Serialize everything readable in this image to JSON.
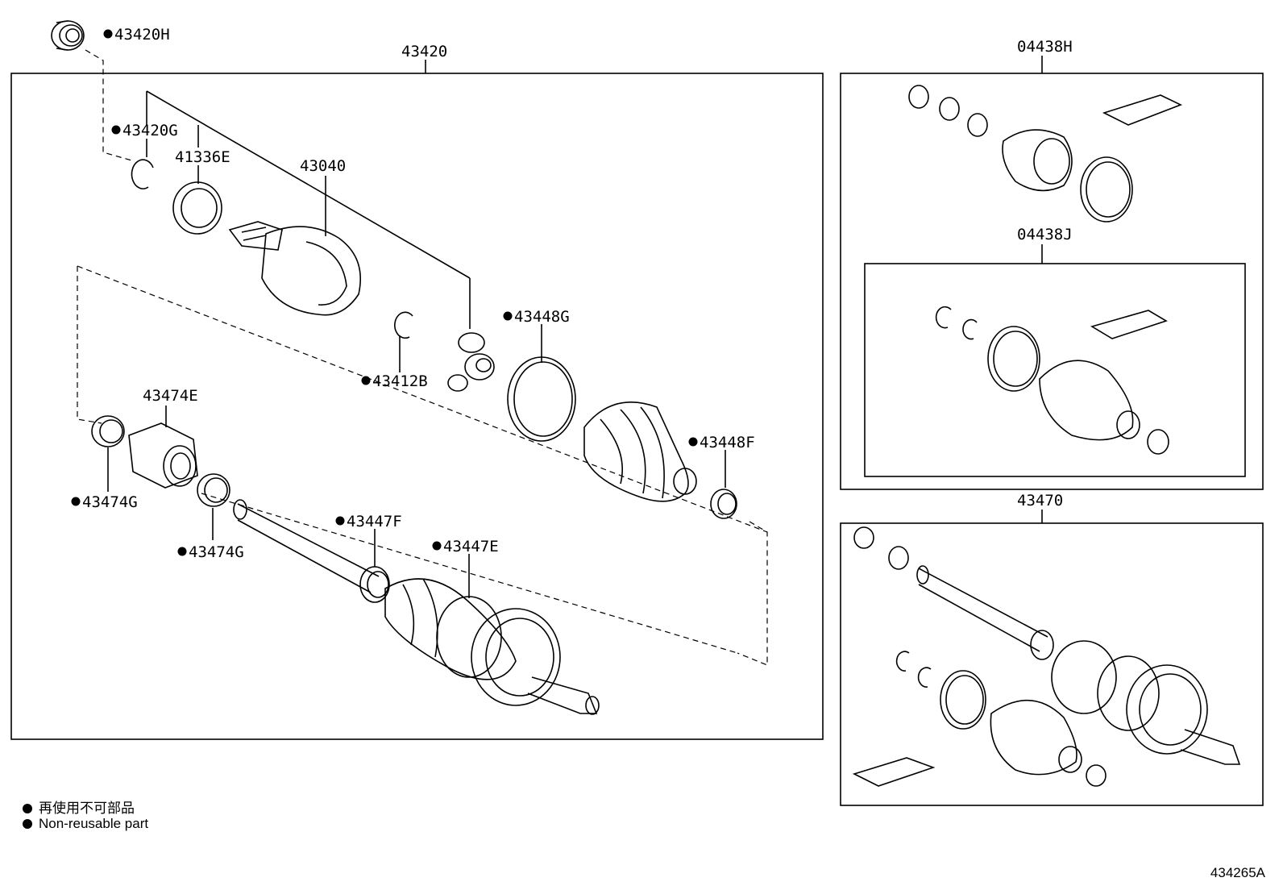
{
  "labels": {
    "assembly_main": "43420",
    "part_43420H": "43420H",
    "part_43420G": "43420G",
    "part_41336E": "41336E",
    "part_43040": "43040",
    "part_43412B": "43412B",
    "part_43448G": "43448G",
    "part_43448F": "43448F",
    "part_43474E": "43474E",
    "part_43474G_a": "43474G",
    "part_43474G_b": "43474G",
    "part_43447F": "43447F",
    "part_43447E": "43447E",
    "kit_04438H": "04438H",
    "kit_04438J": "04438J",
    "assembly_43470": "43470"
  },
  "legend": {
    "cn": "再使用不可部品",
    "en": "Non-reusable part"
  },
  "figure_code": "434265A",
  "colors": {
    "ink": "#000000",
    "paper": "#ffffff"
  }
}
